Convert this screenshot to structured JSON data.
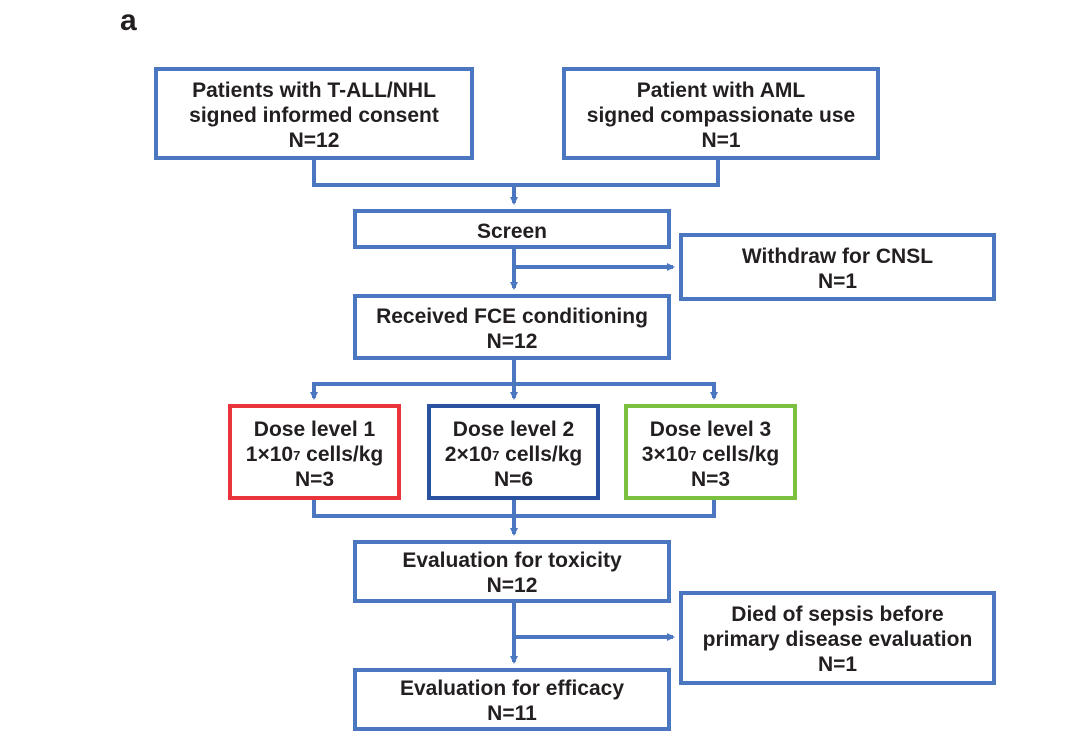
{
  "panel_label": "a",
  "nodes": {
    "tall_nhl": {
      "lines": [
        "Patients with T-ALL/NHL",
        "signed informed consent",
        "N=12"
      ]
    },
    "aml": {
      "lines": [
        "Patient with AML",
        "signed compassionate use",
        "N=1"
      ]
    },
    "screen": {
      "lines": [
        "Screen"
      ]
    },
    "withdraw": {
      "lines": [
        "Withdraw for CNSL",
        "N=1"
      ]
    },
    "fce": {
      "lines": [
        "Received FCE conditioning",
        "N=12"
      ]
    },
    "dose1": {
      "title": "Dose level 1",
      "coef": "1",
      "times": "×",
      "base": "10",
      "exp": "7",
      "unit": " cells/kg",
      "n": "N=3",
      "color": "#e8343a"
    },
    "dose2": {
      "title": "Dose level 2",
      "coef": "2",
      "times": "×",
      "base": "10",
      "exp": "7",
      "unit": " cells/kg",
      "n": "N=6",
      "color": "#2a52a0"
    },
    "dose3": {
      "title": "Dose level 3",
      "coef": "3",
      "times": "×",
      "base": "10",
      "exp": "7",
      "unit": " cells/kg",
      "n": "N=3",
      "color": "#7cc040"
    },
    "toxicity": {
      "lines": [
        "Evaluation for toxicity",
        "N=12"
      ]
    },
    "sepsis": {
      "lines": [
        "Died of sepsis before",
        "primary disease evaluation",
        "N=1"
      ]
    },
    "efficacy": {
      "lines": [
        "Evaluation for efficacy",
        "N=11"
      ]
    }
  },
  "colors": {
    "connector": "#4a77c0",
    "box_border": "#4a77c0"
  }
}
